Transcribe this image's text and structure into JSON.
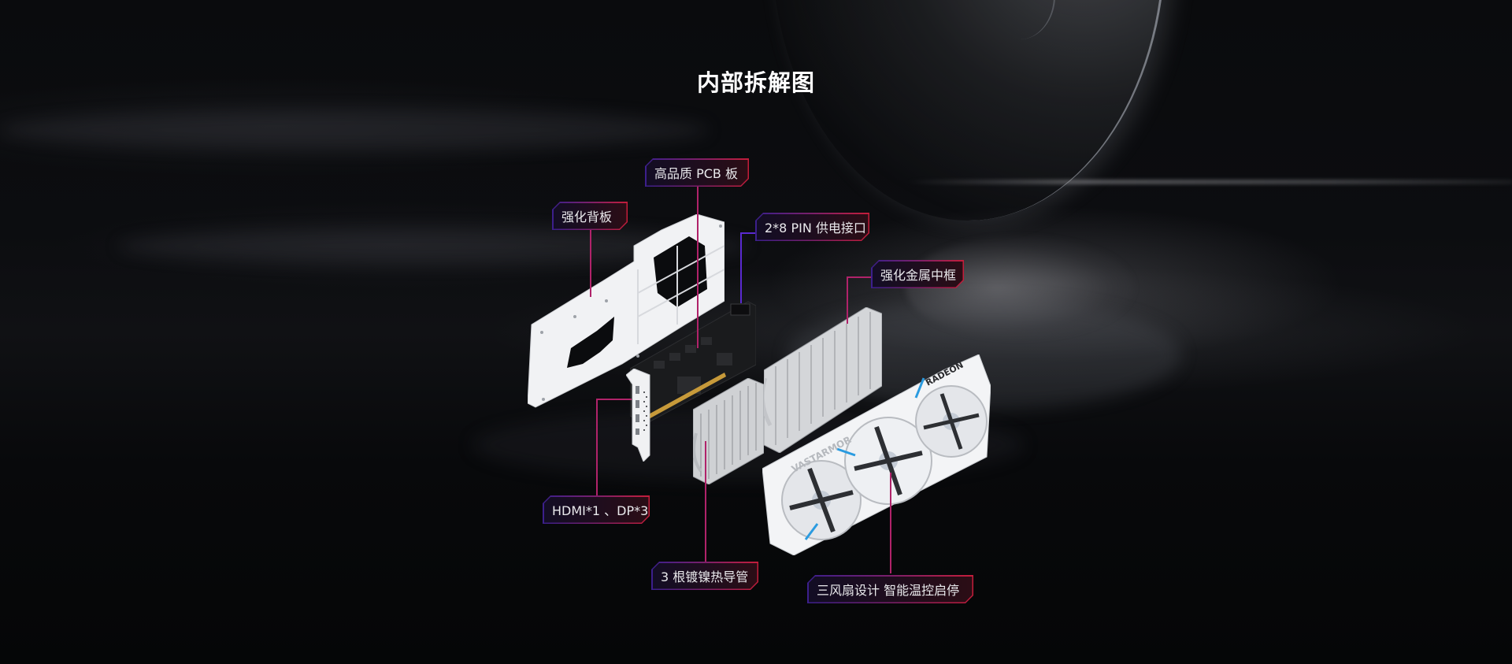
{
  "section": {
    "title": "内部拆解图"
  },
  "callouts": [
    {
      "id": "backplate",
      "label": "强化背板"
    },
    {
      "id": "pcb",
      "label": "高品质 PCB 板"
    },
    {
      "id": "power",
      "label": "2*8 PIN 供电接口"
    },
    {
      "id": "frame",
      "label": "强化金属中框"
    },
    {
      "id": "ports",
      "label": "HDMI*1 、DP*3"
    },
    {
      "id": "heatpipes",
      "label": "3 根镀镍热导管"
    },
    {
      "id": "fans",
      "label": "三风扇设计 智能温控启停"
    }
  ],
  "product": {
    "brand_text": "VASTARMOR",
    "gpu_text": "RADEON"
  },
  "colors": {
    "background": "#050608",
    "title_text": "#ffffff",
    "label_text": "#e9e9ec",
    "border_gradient_start": "#3b1f8c",
    "border_gradient_end": "#c41d3a",
    "leader_line": "#b0236a",
    "fan_accent": "#2a9be0",
    "pcb_gold": "#c79a3a"
  }
}
